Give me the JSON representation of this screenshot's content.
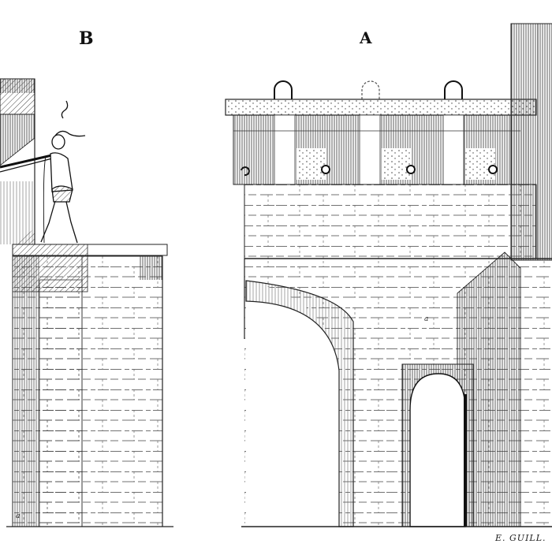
{
  "figure": {
    "subject": "Medieval fortified gate elevation and section engraving",
    "labels": {
      "section_b": "B",
      "elevation_a": "A"
    },
    "small_marks": {
      "wall_mark_a": "a",
      "left_base_mark": "a"
    },
    "signature": "E. GUILL.",
    "elements": {
      "figure_b": "Archer/crossbowman standing on parapet ledge",
      "hoardings": "Wooden hoarding gallery with merlons and loopholes",
      "arch": "Large pointed archway",
      "door": "Small round-arched doorway",
      "tower": "Hatched tower at right edge"
    },
    "colors": {
      "ink": "#1a1a1a",
      "paper": "#ffffff",
      "hatch": "#555555"
    }
  }
}
